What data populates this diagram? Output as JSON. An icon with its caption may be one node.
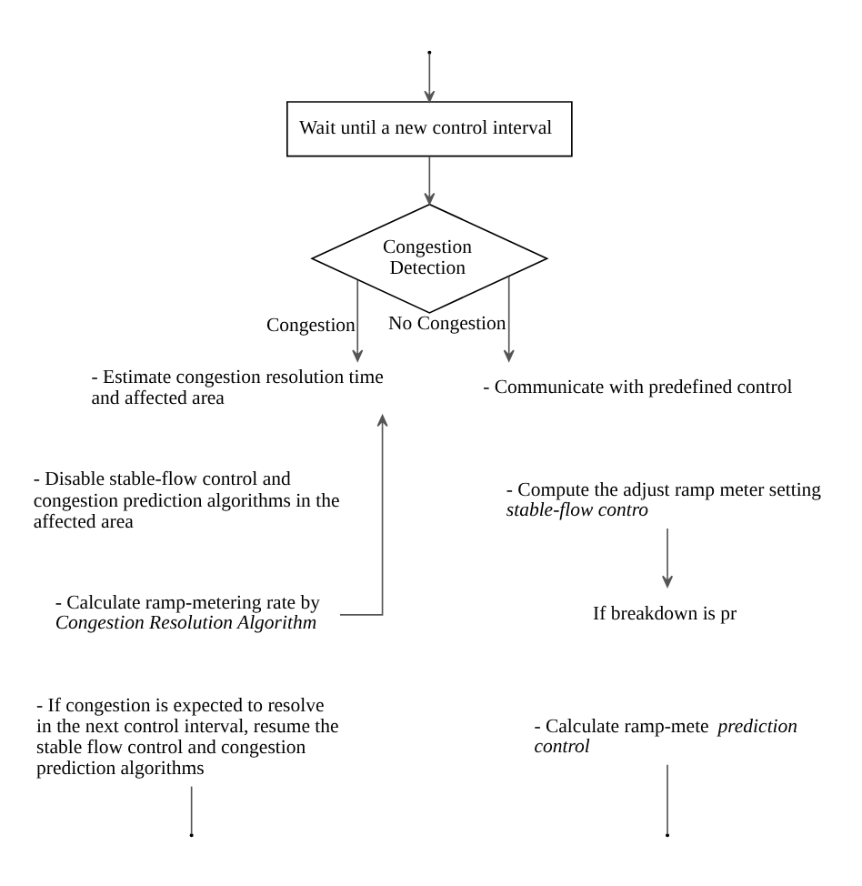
{
  "diagram": {
    "nodes": [
      {
        "text": [
          "Wait until a new control interval"
        ]
      },
      {
        "text": [
          "Congestion Detection"
        ]
      },
      {
        "text": [
          "- Estimate congestion resolution time and affected area"
        ]
      },
      {
        "text": [
          "- Disable stable-flow control and congestion prediction algorithms in the affected area"
        ]
      },
      {
        "text": [
          "- Calculate ramp-metering rate by *Congestion Resolution Algorithm*"
        ]
      },
      {
        "text": [
          "- If congestion is expected to resolve in the next control interval, resume the stable flow control and congestion prediction algorithms"
        ]
      },
      {
        "text": [
          "- Communicate with predefined control"
        ]
      },
      {
        "text": [
          "- Compute the adjust ramp meter setting *stable-flow contro*"
        ]
      },
      {
        "text": [
          "If breakdown is pr"
        ]
      },
      {
        "text": [
          "- Calculate ramp-mete *prediction control*"
        ]
      }
    ],
    "edges": [
      {
        "from": null,
        "to": 0,
        "arrow": "to"
      },
      {
        "from": 0,
        "to": 1,
        "arrow": "to"
      },
      {
        "from": 1,
        "to": 2,
        "label": "Congestion",
        "arrow": "to"
      },
      {
        "from": 1,
        "to": 6,
        "label": "No Congestion",
        "arrow": "to"
      },
      {
        "from": 4,
        "to": 2,
        "arrow": "to"
      },
      {
        "from": 7,
        "to": 8,
        "arrow": "to"
      },
      {
        "from": 5,
        "to": null,
        "arrow": "none"
      },
      {
        "from": 9,
        "to": null,
        "arrow": "none"
      }
    ]
  }
}
